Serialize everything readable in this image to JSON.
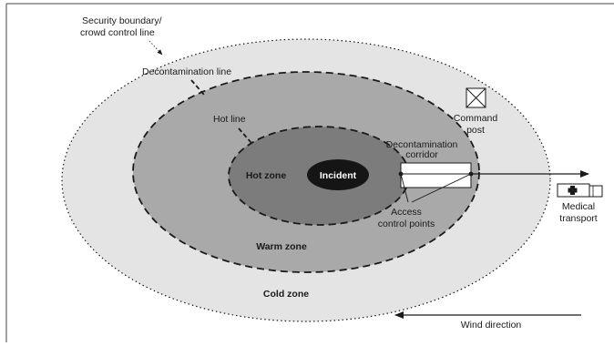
{
  "labels": {
    "security_boundary": [
      "Security boundary/",
      "crowd control line"
    ],
    "decontamination_line": "Decontamination line",
    "hot_line": "Hot line",
    "command_post": [
      "Command",
      "post"
    ],
    "decontamination_corridor": [
      "Decontamination",
      "corridor"
    ],
    "hot_zone": "Hot zone",
    "incident": "Incident",
    "access_control_points": [
      "Access",
      "control points"
    ],
    "warm_zone": "Warm zone",
    "cold_zone": "Cold zone",
    "medical_transport": [
      "Medical",
      "transport"
    ],
    "wind_direction": "Wind direction"
  },
  "colors": {
    "cold_zone": "#e4e4e4",
    "warm_zone": "#a9a9a9",
    "hot_zone": "#7c7c7c",
    "incident": "#151515",
    "line": "#1a1a1a"
  }
}
